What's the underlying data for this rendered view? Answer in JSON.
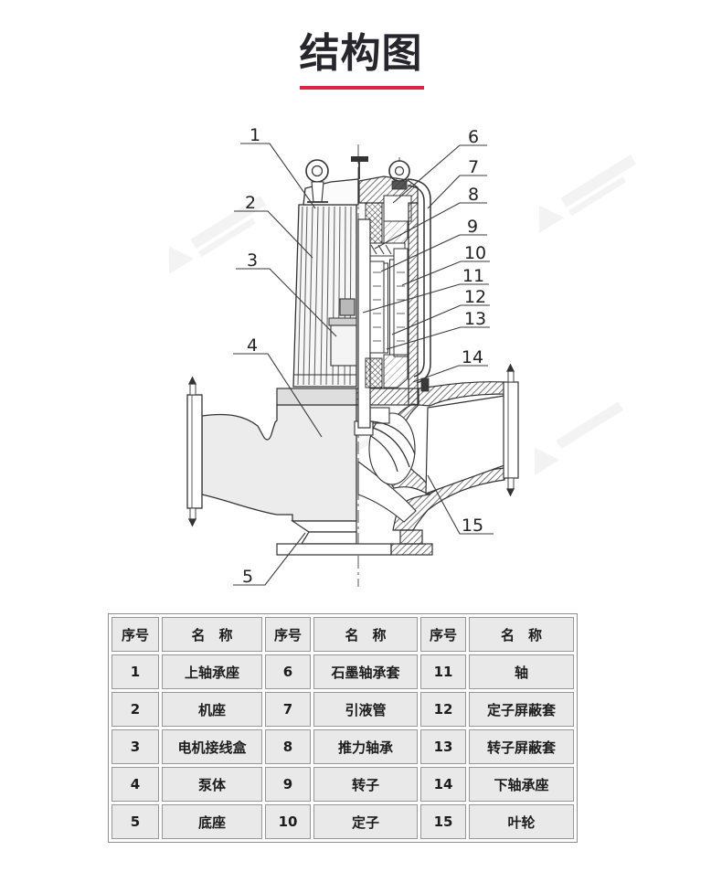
{
  "page": {
    "title": "结构图"
  },
  "colors": {
    "accent_red": "#dc2346",
    "line": "#333333",
    "table_cell_bg": "#e9e9e9"
  },
  "diagram": {
    "description": "canned-motor-pump-cross-section",
    "callouts": [
      "1",
      "2",
      "3",
      "4",
      "5",
      "6",
      "7",
      "8",
      "9",
      "10",
      "11",
      "12",
      "13",
      "14",
      "15"
    ]
  },
  "table": {
    "header": [
      "序号",
      "名　称",
      "序号",
      "名　称",
      "序号",
      "名　称"
    ],
    "rows": [
      [
        "1",
        "上轴承座",
        "6",
        "石墨轴承套",
        "11",
        "轴"
      ],
      [
        "2",
        "机座",
        "7",
        "引液管",
        "12",
        "定子屏蔽套"
      ],
      [
        "3",
        "电机接线盒",
        "8",
        "推力轴承",
        "13",
        "转子屏蔽套"
      ],
      [
        "4",
        "泵体",
        "9",
        "转子",
        "14",
        "下轴承座"
      ],
      [
        "5",
        "底座",
        "10",
        "定子",
        "15",
        "叶轮"
      ]
    ]
  }
}
